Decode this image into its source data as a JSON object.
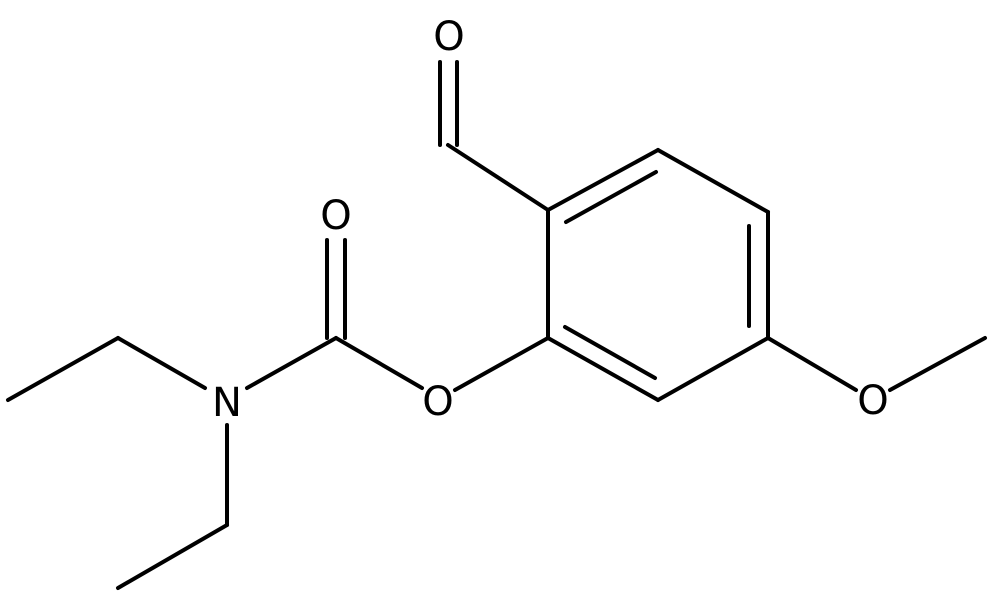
{
  "atoms": {
    "carbonyl_o_ester": "O",
    "ester_o": "O",
    "nitrogen": "N",
    "methoxy_o": "O",
    "aldehyde_o": "O"
  }
}
